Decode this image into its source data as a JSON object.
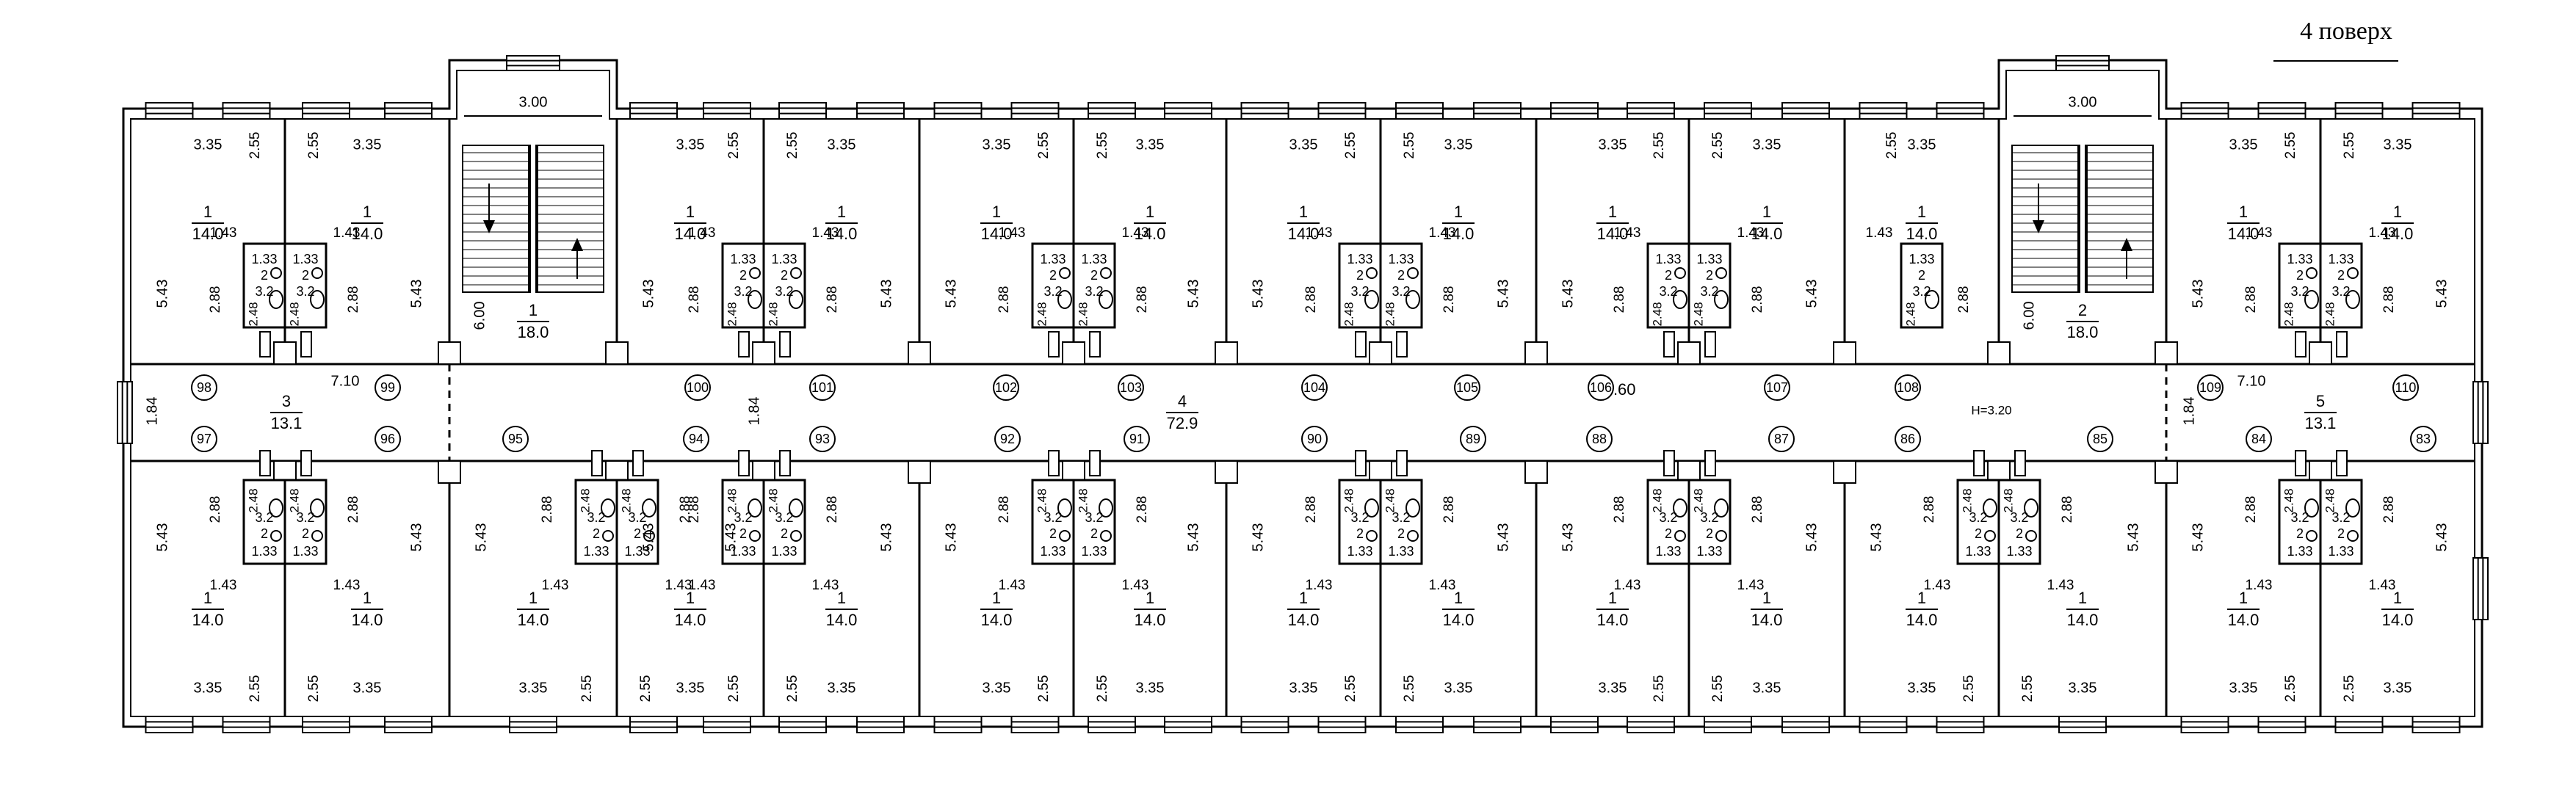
{
  "floor_label": "4 поверх",
  "room_numbers": [
    "98",
    "99",
    "100",
    "101",
    "102",
    "103",
    "104",
    "105",
    "106",
    "107",
    "108",
    "109",
    "110",
    "97",
    "96",
    "95",
    "94",
    "93",
    "92",
    "91",
    "90",
    "89",
    "88",
    "87",
    "86",
    "85",
    "84",
    "83"
  ],
  "corridor": {
    "left": {
      "number": "3",
      "area": "13.1",
      "width": "7.10",
      "depth": "1.84"
    },
    "main": {
      "number": "4",
      "area": "72.9",
      "length": "39.60",
      "depth": "1.84",
      "height": "H=3.20"
    },
    "right": {
      "number": "5",
      "area": "13.1",
      "width": "7.10",
      "depth": "1.84"
    }
  },
  "stairs": [
    {
      "number": "1",
      "area": "18.0",
      "width": "3.00",
      "length": "6.00"
    },
    {
      "number": "2",
      "area": "18.0",
      "width": "3.00",
      "length": "6.00"
    }
  ],
  "room": {
    "number": "1",
    "area": "14.0",
    "width": "3.35",
    "depth": "5.43",
    "entry_width": "2.55",
    "entry_label": "1.43"
  },
  "bathroom": {
    "number": "2",
    "width": "1.33",
    "depth": "2.88",
    "shower": "2.48",
    "toilet_area": "3.2"
  }
}
